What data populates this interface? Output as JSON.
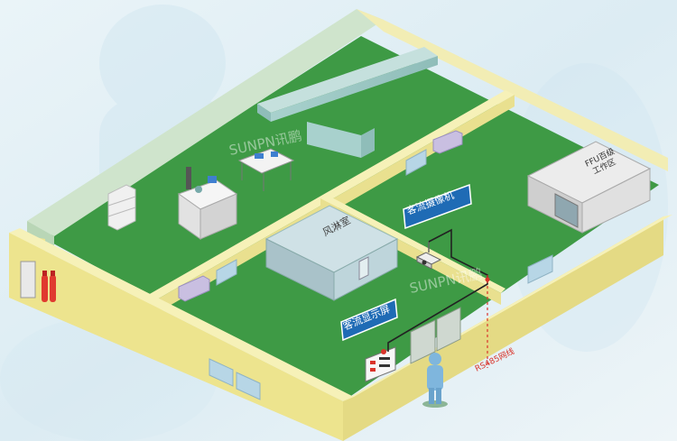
{
  "watermark": "SUNPN讯鹏",
  "rooms": {
    "air_shower": "风淋室",
    "ffu_area": "FFU百级\n工作区"
  },
  "callouts": {
    "counter_camera": "客流摄像机",
    "counter_display": "客流显示屏",
    "rs485": "RS485网线"
  },
  "colors": {
    "floor": "#3e9a45",
    "wall_top": "#f6f1b8",
    "wall_face": "#e9e08f",
    "ceiling_duct": "#9cc6c3",
    "callout_bg": "#1f6bb5",
    "signal_line": "#d9342b",
    "cable": "#222222",
    "fire_extinguisher": "#e03a2f"
  },
  "icons": [
    "fire-extinguisher-icon",
    "camera-icon",
    "worker-icon",
    "display-panel-icon",
    "cabinet-icon",
    "lab-bench-icon"
  ]
}
